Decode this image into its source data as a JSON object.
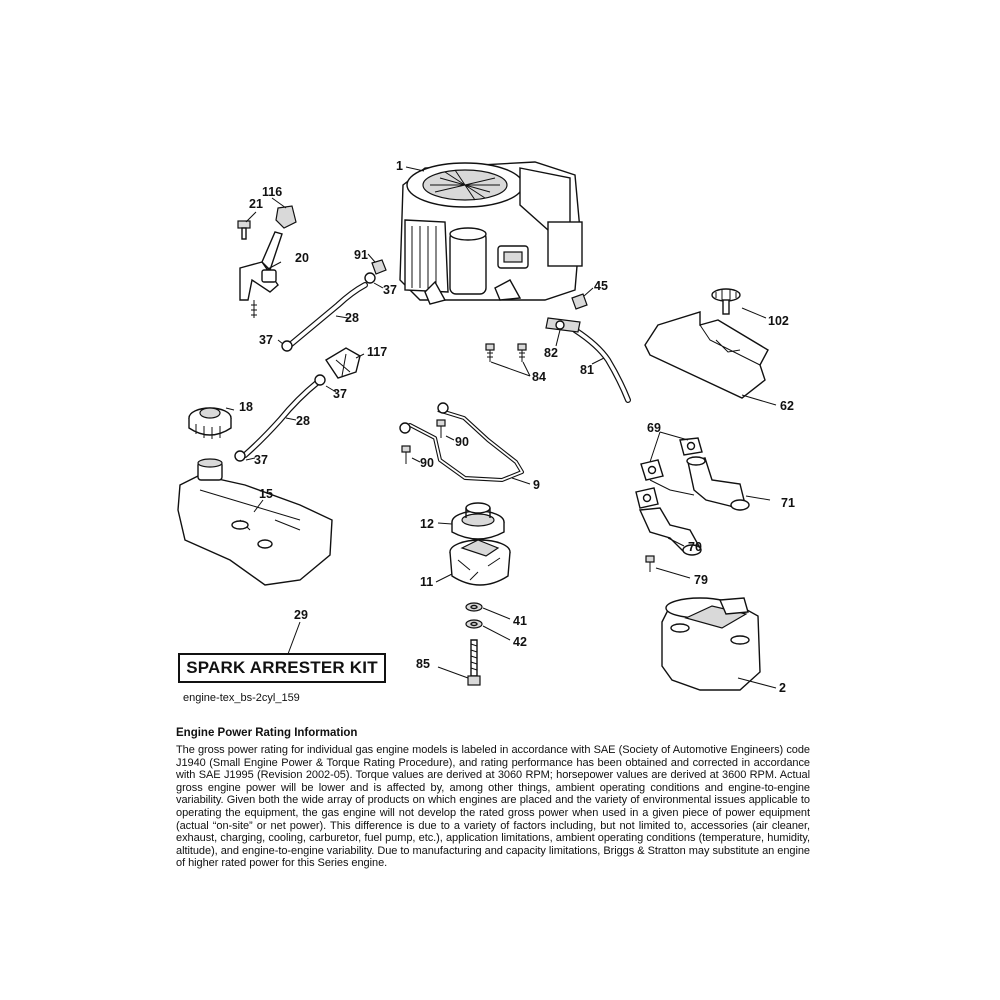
{
  "diagram": {
    "callouts": {
      "c1": "1",
      "c2": "2",
      "c9": "9",
      "c11": "11",
      "c12": "12",
      "c15": "15",
      "c18": "18",
      "c20": "20",
      "c21": "21",
      "c28a": "28",
      "c28b": "28",
      "c29": "29",
      "c37a": "37",
      "c37b": "37",
      "c37c": "37",
      "c37d": "37",
      "c41": "41",
      "c42": "42",
      "c45": "45",
      "c62": "62",
      "c69": "69",
      "c70": "70",
      "c71": "71",
      "c79": "79",
      "c81": "81",
      "c82": "82",
      "c84": "84",
      "c85": "85",
      "c90a": "90",
      "c90b": "90",
      "c91": "91",
      "c102": "102",
      "c116": "116",
      "c117": "117"
    },
    "kit_label": "SPARK ARRESTER KIT",
    "diagram_id": "engine-tex_bs-2cyl_159"
  },
  "info": {
    "title": "Engine Power Rating Information",
    "body": "The gross power rating for individual gas engine models is labeled in accordance with SAE (Society of Automotive Engineers) code J1940 (Small Engine Power & Torque Rating Procedure), and rating performance has been obtained and corrected in accordance with SAE J1995 (Revision 2002-05). Torque values are derived at 3060 RPM; horsepower values are derived at 3600 RPM. Actual gross engine power will be lower and is affected by, among other things, ambient operating conditions and engine-to-engine variability. Given both the wide array of products on which engines are placed and the variety of environmental issues applicable to operating the equipment, the gas engine will not develop the rated gross power when used in a given piece of power equipment (actual “on-site” or net power). This difference is due to a variety of factors including, but not limited to, accessories (air cleaner, exhaust, charging, cooling, carburetor, fuel pump, etc.), application limitations, ambient operating conditions (temperature, humidity, altitude), and engine-to-engine variability. Due to manufacturing and capacity limitations, Briggs & Stratton may substitute an engine of higher rated power for this Series engine."
  }
}
